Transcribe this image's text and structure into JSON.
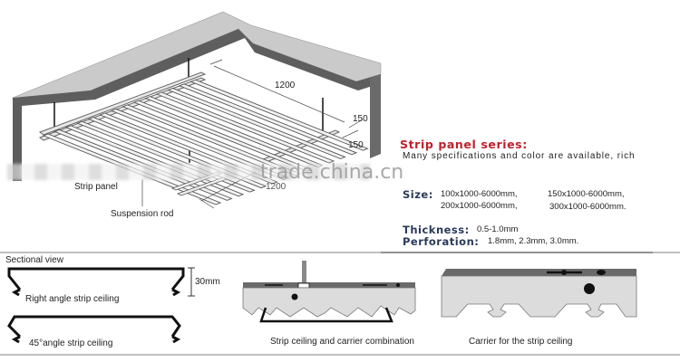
{
  "diagram": {
    "dimensions": {
      "length_top": "1200",
      "spacing_upper": "150",
      "spacing_lower": "150",
      "length_bottom": "1200"
    },
    "labels": {
      "strip_panel": "Strip panel",
      "suspension_rod": "Suspension rod"
    },
    "watermark": "trade.china.cn"
  },
  "specs": {
    "title": "Strip panel series:",
    "description": "Many specifications and color are available, rich",
    "size_label": "Size:",
    "sizes": [
      "100x1000-6000mm,",
      "150x1000-6000mm,",
      "200x1000-6000mm,",
      "300x1000-6000mm."
    ],
    "thickness_label": "Thickness:",
    "thickness_value": "0.5-1.0mm",
    "perforation_label": "Perforation:",
    "perforation_value": "1.8mm,  2.3mm,  3.0mm."
  },
  "sectional": {
    "title": "Sectional view",
    "height_dim": "30mm",
    "right_angle_label": "Right angle strip ceiling",
    "angle45_label": "45°angle strip ceiling"
  },
  "combination": {
    "label": "Strip ceiling and carrier combination"
  },
  "carrier": {
    "label": "Carrier for the strip ceiling"
  },
  "colors": {
    "accent_title": "#c0202a",
    "spec_key": "#2a3a5a",
    "wall_dark": "#5e5e5e",
    "wall_light": "#c8c8c8"
  }
}
